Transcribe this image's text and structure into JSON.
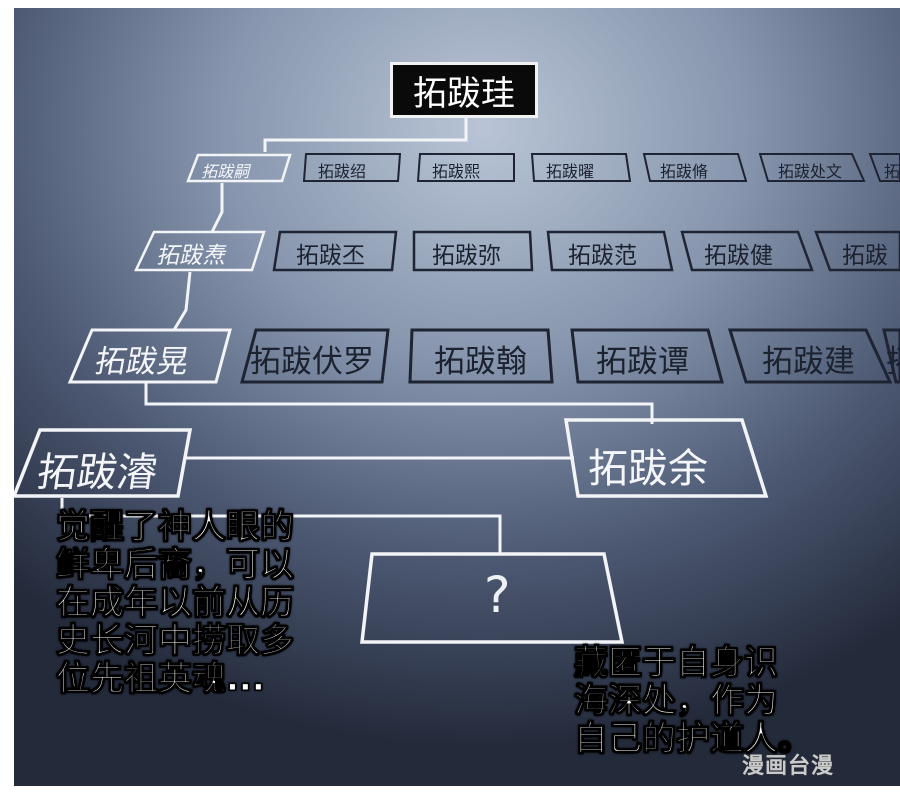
{
  "title": "拓跋珪",
  "rows": [
    {
      "name": "拓跋嗣",
      "siblings": [
        "拓跋绍",
        "拓跋熙",
        "拓跋曜",
        "拓跋脩",
        "拓跋处文",
        "拓"
      ]
    },
    {
      "name": "拓跋焘",
      "siblings": [
        "拓跋丕",
        "拓跋弥",
        "拓跋范",
        "拓跋健",
        "拓跋"
      ]
    },
    {
      "name": "拓跋晃",
      "siblings": [
        "拓跋伏罗",
        "拓跋翰",
        "拓跋谭",
        "拓跋建",
        "拓"
      ]
    },
    {
      "name": "拓跋濬",
      "siblings": [
        "拓跋余"
      ]
    }
  ],
  "unknown_descendant": "?",
  "caption_left": [
    "觉醒了神人眼的",
    "鲜卑后裔，可以",
    "在成年以前从历",
    "史长河中捞取多",
    "位先祖英魂..."
  ],
  "caption_right": [
    "藏匿于自身识",
    "海深处，作为",
    "自己的护道人。"
  ],
  "watermark": "漫画台漫"
}
